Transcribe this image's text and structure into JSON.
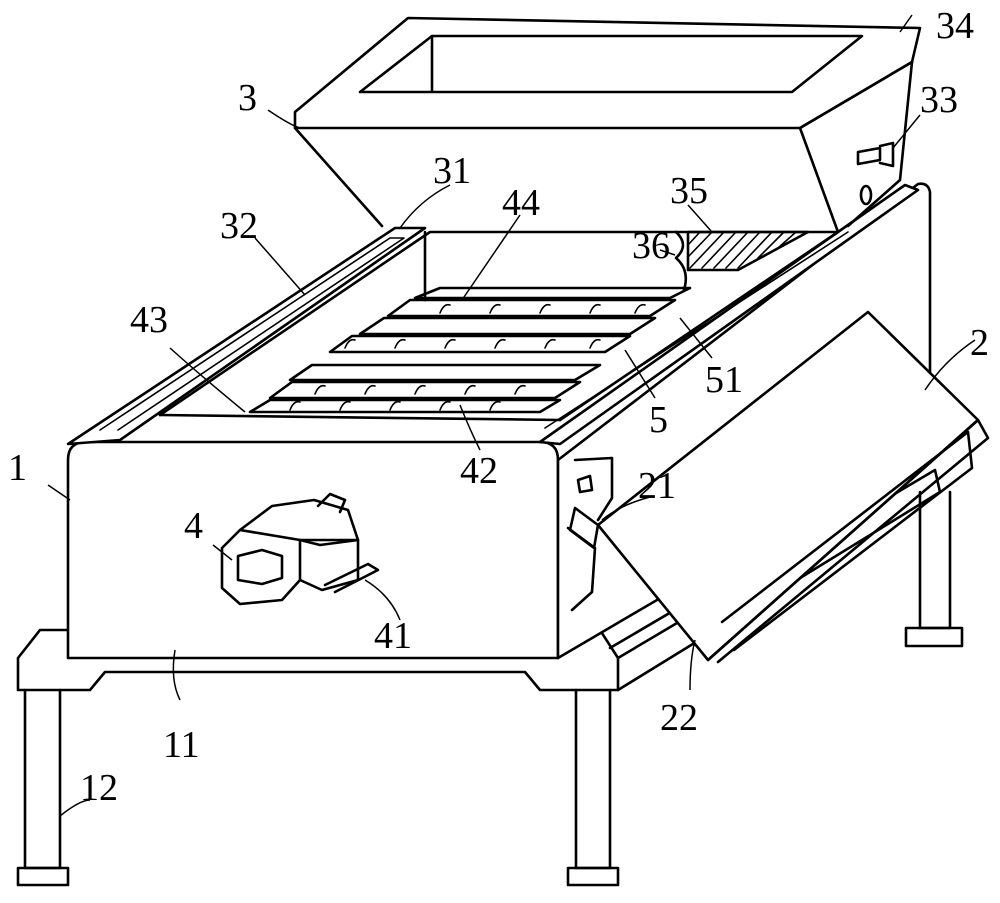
{
  "figure": {
    "labels": [
      {
        "id": "1",
        "text": "1"
      },
      {
        "id": "2",
        "text": "2"
      },
      {
        "id": "3",
        "text": "3"
      },
      {
        "id": "4",
        "text": "4"
      },
      {
        "id": "5",
        "text": "5"
      },
      {
        "id": "11",
        "text": "11"
      },
      {
        "id": "12",
        "text": "12"
      },
      {
        "id": "21",
        "text": "21"
      },
      {
        "id": "22",
        "text": "22"
      },
      {
        "id": "31",
        "text": "31"
      },
      {
        "id": "32",
        "text": "32"
      },
      {
        "id": "33",
        "text": "33"
      },
      {
        "id": "34",
        "text": "34"
      },
      {
        "id": "35",
        "text": "35"
      },
      {
        "id": "36",
        "text": "36"
      },
      {
        "id": "41",
        "text": "41"
      },
      {
        "id": "42",
        "text": "42"
      },
      {
        "id": "43",
        "text": "43"
      },
      {
        "id": "44",
        "text": "44"
      },
      {
        "id": "51",
        "text": "51"
      }
    ]
  }
}
